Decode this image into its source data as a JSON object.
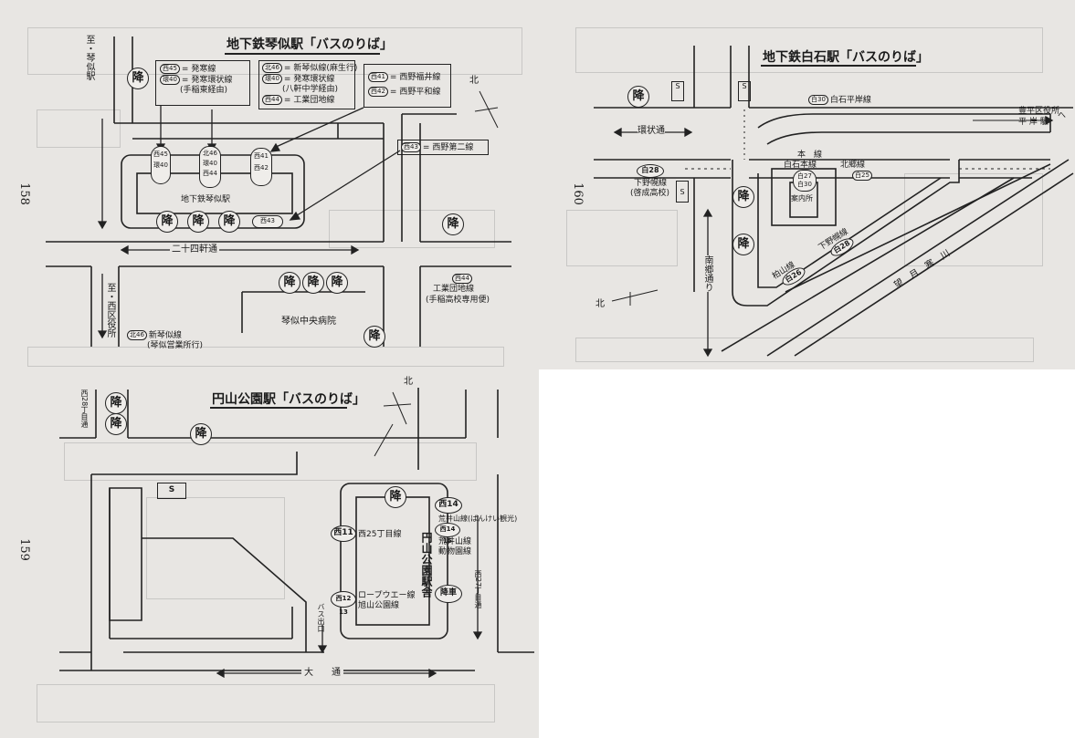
{
  "colors": {
    "paper": "#e8e6e3",
    "ink": "#1a1a1a"
  },
  "descend_icon": "降",
  "kotoni": {
    "title": "地下鉄琴似駅「バスのりば」",
    "page_number": "158",
    "to_kotoni_station": "至・琴似駅",
    "to_nishiku_office": "至・西区役所",
    "station_label": "地下鉄琴似駅",
    "street_nijuyonken": "二十四軒通",
    "hospital": "琴似中央病院",
    "north": "北",
    "routes_box_1": [
      {
        "badge": "西45",
        "text": "= 発寒線"
      },
      {
        "badge": "環40",
        "text": "= 発寒環状線"
      },
      {
        "badge": "",
        "text": "(手稲東経由)"
      }
    ],
    "routes_box_2": [
      {
        "badge": "北46",
        "text": "= 新琴似線(麻生行)"
      },
      {
        "badge": "環40",
        "text": "= 発寒環状線"
      },
      {
        "badge": "",
        "text": "(八軒中学経由)"
      },
      {
        "badge": "西44",
        "text": "= 工業団地線"
      }
    ],
    "routes_box_3": [
      {
        "badge": "西41",
        "text": "= 西野福井線"
      },
      {
        "badge": "西42",
        "text": "= 西野平和線"
      }
    ],
    "route_box_4": {
      "badge": "西43",
      "text": "= 西野第二線"
    },
    "stop_left": [
      "西45",
      "環40"
    ],
    "stop_center": [
      "北46",
      "環40",
      "西44"
    ],
    "stop_right": [
      "西41",
      "西42"
    ],
    "stop_bottom": "西43",
    "kogyodanchi": {
      "badge": "西44",
      "line1": "工業団地線",
      "line2": "(手稲高校専用便)"
    },
    "shinkotoni": {
      "badge": "北46",
      "line1": "新琴似線",
      "line2": "(琴似営業所行)"
    }
  },
  "shiroishi": {
    "title": "地下鉄白石駅「バスのりば」",
    "page_number": "160",
    "kanjo_dori": "環状通",
    "shiraishi_hiragishi": {
      "badge": "白30",
      "text": "白石平岸線"
    },
    "toyohira_office": "豊平区役所",
    "hiragishi_station": "平 岸 駅",
    "to_arrow": "へ",
    "shimonoppporo_badge": "白28",
    "shimonoppporo_text": "下野幌線",
    "shimonoppporo_sub": "(啓成高校)",
    "hon_line": "本　線",
    "shiroishi_hon": "白石本線",
    "stop_27_30": [
      "白27",
      "白30"
    ],
    "hokubu": {
      "text": "北郷線",
      "badge": "白25"
    },
    "info": "案内所",
    "nango_dori": "南郷通り",
    "shimonoppporo_diag": "下野幌線",
    "shimonoppporo_badge2": "白28",
    "kashiwayama": "柏山線",
    "kashiwayama_badge": "白26",
    "mochizukisamu": "望　月　寒　川",
    "north": "北",
    "s_badge": "S"
  },
  "maruyama": {
    "title": "円山公園駅「バスのりば」",
    "page_number": "159",
    "nishi28": "西28丁目通",
    "nishi27": "西27丁目通",
    "odori": "大　　通",
    "bus_exit": "バス出口",
    "north": "北",
    "station_bldg": "円山公園駅舎",
    "s_badge": "S",
    "stop_nishi11": "西11",
    "nishi25": "西25丁目線",
    "stop_nishi14": "西14",
    "arai_bankei": "荒井山線(ばんけい観光)",
    "stop_nishi1415": "西14 15",
    "arai": "荒井山線",
    "zoo": "動物園線",
    "stop_nishi1213": "西12 13",
    "ropeway": "ロープウエー線",
    "asahiyama": "旭山公園線",
    "alight": "降車"
  }
}
